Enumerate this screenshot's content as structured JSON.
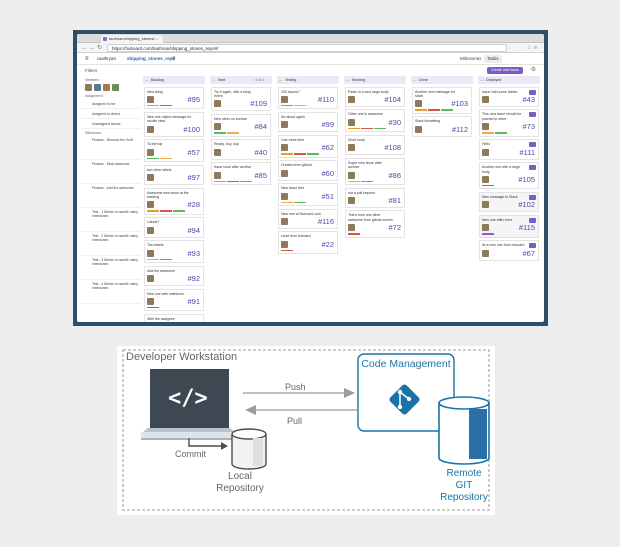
{
  "screenshot": {
    "tab_title": "taufman/shipping_stones/...",
    "url": "https://huboard.com/taufman/shipping_stones_repo#/",
    "app": {
      "user": "rauthryan",
      "repo": "shipping_stones_repo",
      "milestones": "Milestones",
      "tasks": "Tasks"
    },
    "filters_label": "Filters",
    "new_issue_label": "Create new issue",
    "sidebar": {
      "members_heading": "Members",
      "assignment_heading": "Assignment",
      "assignment_items": [
        "Assigned to me",
        "Assigned to others",
        "Unassigned issues"
      ],
      "milestones_heading": "Milestones",
      "milestones": [
        "Feature - Remove the Xcrft",
        "Feature - Most awesome",
        "Feature - Add the awesome",
        "Test - 1 Needs to handle many milestones",
        "Test - 2 Needs to handle many milestones",
        "Test - 3 Needs to handle many milestones",
        "Test - 4 Needs to handle many milestones"
      ]
    },
    "columns": [
      {
        "name": "Backlog",
        "count": "",
        "cards": [
          {
            "title": "New thing",
            "num": "#95"
          },
          {
            "title": "New one object message for scrolle view",
            "num": "#100"
          },
          {
            "title": "To the top",
            "num": "#57"
          },
          {
            "title": "two other labels",
            "num": "#97"
          },
          {
            "title": "Awesome new issue at the backlog",
            "num": "#28"
          },
          {
            "title": "Labels?",
            "num": "#94"
          },
          {
            "title": "Two labels",
            "num": "#93"
          },
          {
            "title": "Add the awesome",
            "num": "#92"
          },
          {
            "title": "New one with milestone",
            "num": "#91"
          },
          {
            "title": "With the assignee",
            "num": ""
          }
        ]
      },
      {
        "name": "Next",
        "count": "4 of 4",
        "cards": [
          {
            "title": "Try it again, with a relay event",
            "num": "#109"
          },
          {
            "title": "New other on archive",
            "num": "#84"
          },
          {
            "title": "Ready, buy, dup",
            "num": "#40"
          },
          {
            "title": "Issue hook after archive",
            "num": "#85"
          }
        ]
      },
      {
        "name": "Testing",
        "count": "",
        "cards": [
          {
            "title": "100 issues?",
            "num": "#110"
          },
          {
            "title": "No about again",
            "num": "#99"
          },
          {
            "title": "One more time",
            "num": "#62"
          },
          {
            "title": "Created from github",
            "num": "#60"
          },
          {
            "title": "New issue test",
            "num": "#51"
          },
          {
            "title": "New one at Huboard.com",
            "num": "#116"
          },
          {
            "title": "creat from huboard",
            "num": "#22"
          }
        ]
      },
      {
        "name": "Working",
        "count": "",
        "cards": [
          {
            "title": "Paste in a very large body",
            "num": "#104"
          },
          {
            "title": "Other one is awesome",
            "num": "#30"
          },
          {
            "title": "Short body",
            "num": "#108"
          },
          {
            "title": "Super new issue after archive",
            "num": "#86"
          },
          {
            "title": "not a pull request",
            "num": "#81"
          },
          {
            "title": "Test a new one other awesome from github comes in",
            "num": "#72"
          }
        ]
      },
      {
        "name": "Done",
        "count": "",
        "cards": [
          {
            "title": "Another new message for stack",
            "num": "#103"
          },
          {
            "title": "Slack formatting",
            "num": "#112"
          }
        ]
      },
      {
        "name": "Deployed",
        "count": "",
        "cards": [
          {
            "title": "Issue with some labels",
            "num": "#43"
          },
          {
            "title": "This new issue should be pushed to other",
            "num": "#73"
          },
          {
            "title": "Hello",
            "num": "#111"
          },
          {
            "title": "Another one with a large body",
            "num": "#105"
          },
          {
            "title": "New message to Slack",
            "num": "#102"
          },
          {
            "title": "New one after error",
            "num": "#115"
          },
          {
            "title": "its a new one from huboard",
            "num": "#67"
          }
        ]
      }
    ]
  },
  "diagram": {
    "workstation_title": "Developer Workstation",
    "code_symbol": "</>",
    "code_management_title": "Code Management",
    "push_label": "Push",
    "pull_label": "Pull",
    "commit_label": "Commit",
    "local_repo_label": "Local Repository",
    "remote_repo_label": "Remote GIT Repository",
    "colors": {
      "accent": "#1a73a8",
      "monitor": "#3d4852",
      "gray": "#666666"
    }
  }
}
